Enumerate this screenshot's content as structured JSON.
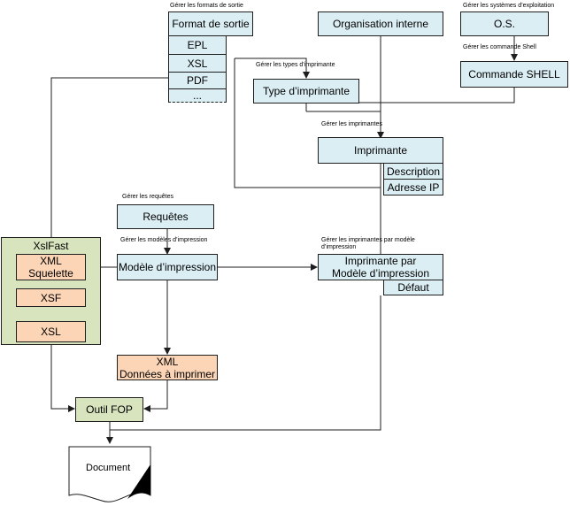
{
  "boxes": {
    "format_sortie": "Format de sortie",
    "epl": "EPL",
    "xsl_fmt": "XSL",
    "pdf": "PDF",
    "etc": "...",
    "organisation": "Organisation interne",
    "os": "O.S.",
    "commande_shell": "Commande SHELL",
    "type_imprimante": "Type d’imprimante",
    "imprimante": "Imprimante",
    "description": "Description",
    "adresse_ip": "Adresse IP",
    "requetes": "Requêtes",
    "modele_impression": "Modèle d’impression",
    "imprimante_par_modele": "Imprimante par\nModèle d’impression",
    "defaut": "Défaut",
    "xml_donnees": "XML\nDonnées à imprimer",
    "outil_fop": "Outil FOP",
    "document": "Document"
  },
  "xslfast": {
    "title": "XslFast",
    "xml_squelette": "XML Squelette",
    "xsf": "XSF",
    "xsl": "XSL"
  },
  "labels": {
    "formats": "Gérer les formats de sortie",
    "systemes": "Gérer les systèmes d’exploitation",
    "commande_shell": "Gérer les commande Shell",
    "types_imprimante": "Gérer les types d’imprimante",
    "imprimantes": "Gérer les imprimantes",
    "requetes": "Gérer les requêtes",
    "modeles": "Gérer les modèles d’impression",
    "imprimantes_par_modele": "Gérer les imprimantes par modèle\nd’impression"
  },
  "colors": {
    "blue_box": "#dbeef4",
    "orange_box": "#fbd5b5",
    "green_box": "#d7e4bd",
    "line": "#1e1e1e"
  }
}
